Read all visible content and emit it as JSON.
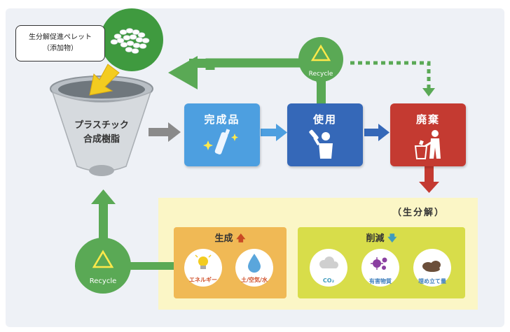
{
  "additive": {
    "line1": "生分解促進ペレット",
    "line2": "（添加物）"
  },
  "funnel": {
    "line1": "プラスチック",
    "line2": "合成樹脂"
  },
  "recycle_top": {
    "label": "Recycle"
  },
  "recycle_bottom": {
    "label": "Recycle"
  },
  "stages": {
    "product": "完成品",
    "use": "使用",
    "disposal": "廃棄"
  },
  "biodegradation": {
    "title": "（生分解）",
    "generate": {
      "title": "生成",
      "items": [
        "エネルギー",
        "土/空気/水"
      ]
    },
    "reduce": {
      "title": "削減",
      "items": [
        "CO₂",
        "有害物質",
        "埋め立て量"
      ]
    }
  },
  "colors": {
    "green": "#5aa955",
    "dark_green": "#3f9a3f",
    "blue_light": "#4d9fe0",
    "blue_dark": "#3568b8",
    "red": "#c43a31",
    "yellow_panel": "#fbf6c6",
    "orange_panel": "#f0b955",
    "lime_panel": "#d8dd4a",
    "gray_arrow": "#8a8a8a",
    "background": "#eef1f6"
  }
}
